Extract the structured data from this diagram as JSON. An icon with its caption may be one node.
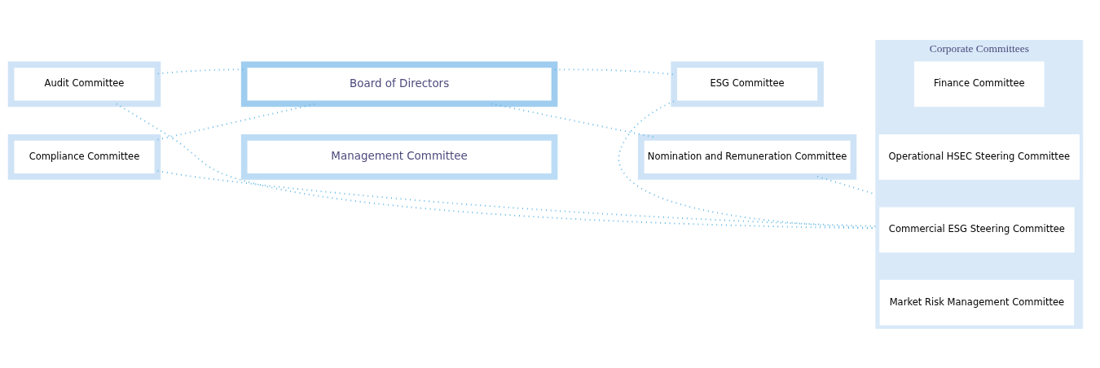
{
  "diagram": {
    "nodes": [
      {
        "text": [
          "Audit Committee"
        ]
      },
      {
        "text": [
          "Compliance Committee"
        ]
      },
      {
        "text": [
          "Board of Directors"
        ]
      },
      {
        "text": [
          "Management Committee"
        ]
      },
      {
        "text": [
          "ESG Committee"
        ]
      },
      {
        "text": [
          "Nomination and Remuneration Committee"
        ]
      },
      {
        "text": [
          "Corporate Committees"
        ]
      },
      {
        "text": [
          "Market Risk Management Committee"
        ],
        "in": 6
      },
      {
        "text": [
          "Finance Committee"
        ],
        "in": 6
      },
      {
        "text": [
          "Operational HSEC Steering Committee"
        ],
        "in": 6
      },
      {
        "text": [
          "Commercial ESG Steering Committee"
        ],
        "in": 6
      }
    ],
    "edges": [
      {
        "from": 0,
        "to": 2,
        "arrow": "none",
        "style": "dashed"
      },
      {
        "from": 1,
        "to": 2,
        "arrow": "none",
        "style": "dashed"
      },
      {
        "from": 2,
        "to": 4,
        "arrow": "none",
        "style": "dashed"
      },
      {
        "from": 2,
        "to": 5,
        "arrow": "none",
        "style": "dashed"
      },
      {
        "from": 0,
        "to": 6,
        "arrow": "none",
        "style": "dashed"
      },
      {
        "from": 1,
        "to": 6,
        "arrow": "none",
        "style": "dashed"
      },
      {
        "from": 4,
        "to": 6,
        "arrow": "none",
        "style": "dashed"
      },
      {
        "from": 5,
        "to": 6,
        "arrow": "none",
        "style": "dashed"
      }
    ]
  }
}
